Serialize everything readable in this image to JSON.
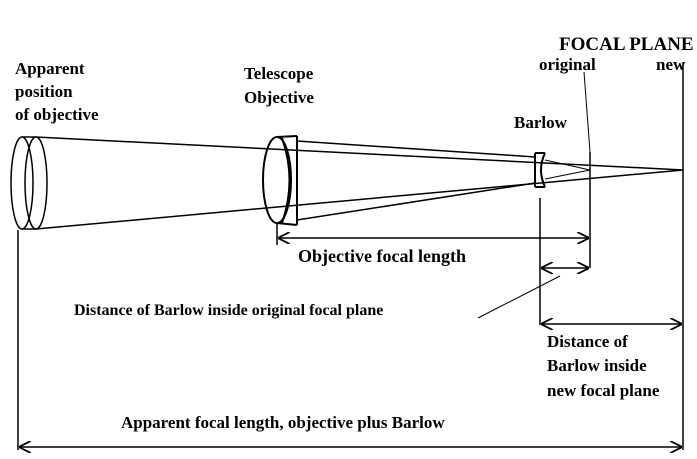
{
  "labels": {
    "focal_plane": "FOCAL PLANE",
    "original": "original",
    "new": "new",
    "apparent_position_1": "Apparent",
    "apparent_position_2": "position",
    "apparent_position_3": "of objective",
    "telescope_1": "Telescope",
    "telescope_2": "Objective",
    "barlow": "Barlow",
    "objective_focal_length": "Objective focal length",
    "distance_inside_original": "Distance of Barlow inside original focal plane",
    "distance_inside_new_1": "Distance of",
    "distance_inside_new_2": "Barlow inside",
    "distance_inside_new_3": "new focal plane",
    "apparent_focal_length": "Apparent focal length, objective plus Barlow"
  },
  "colors": {
    "ink": "#000000",
    "background": "#ffffff"
  }
}
